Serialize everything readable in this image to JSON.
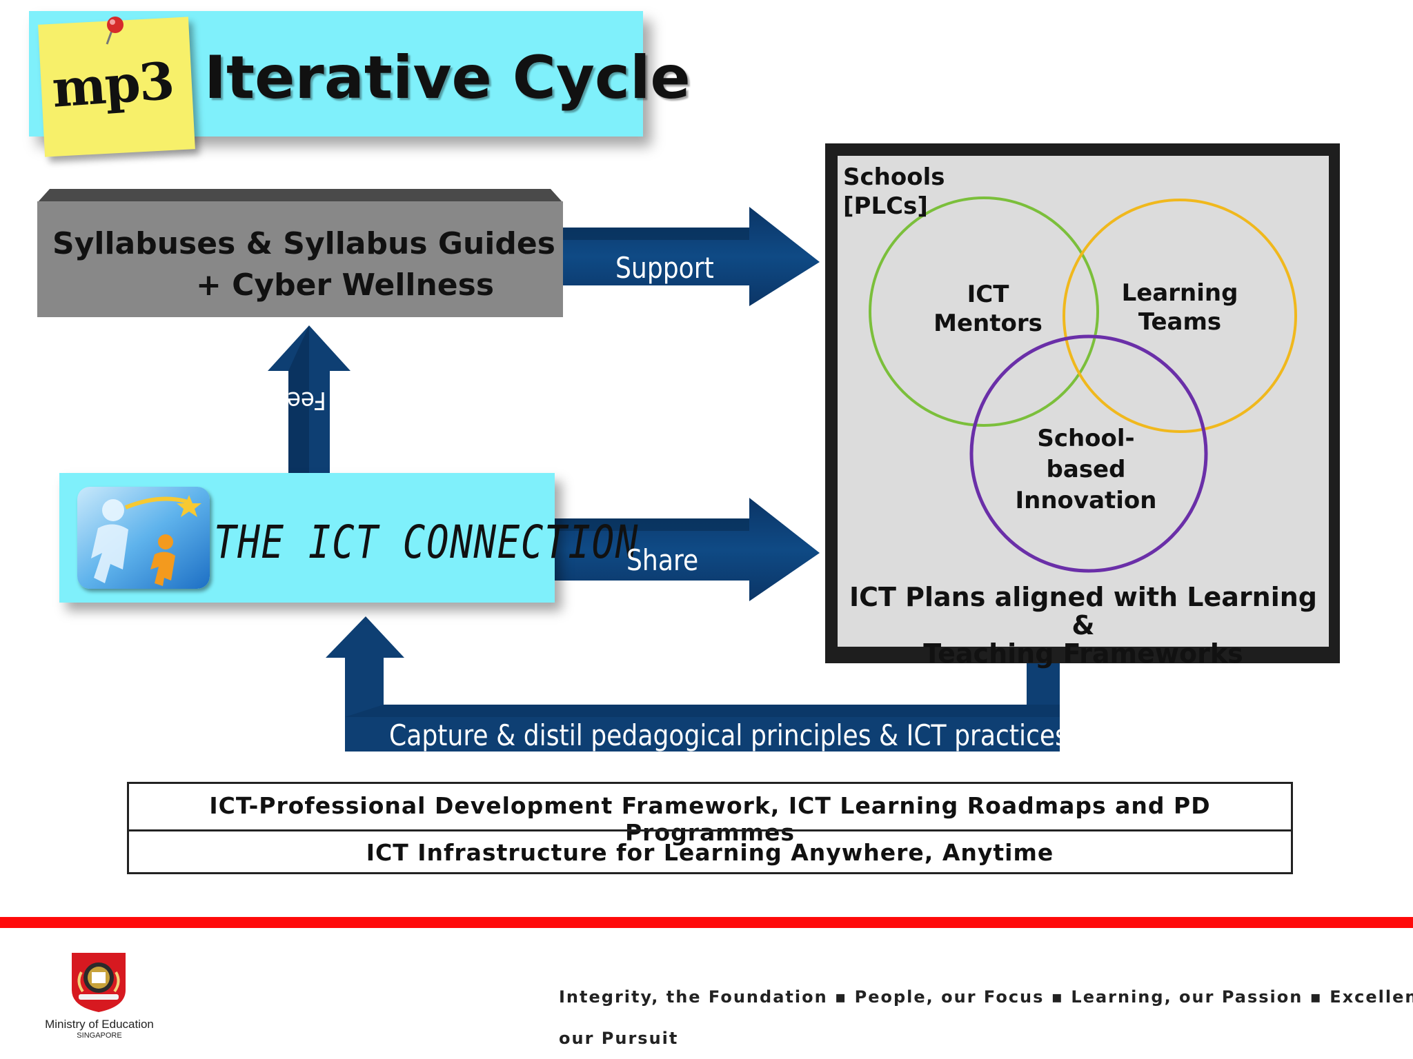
{
  "title": {
    "badge": "mp3",
    "text": "Iterative Cycle"
  },
  "syllabus": {
    "line1": "Syllabuses & Syllabus Guides",
    "line2": "+ Cyber Wellness"
  },
  "ict_connection": {
    "label": "THE ICT CONNECTION"
  },
  "arrows": {
    "support": "Support",
    "share": "Share",
    "vertical": "Feedback",
    "capture": "Capture & distil pedagogical principles & ICT practices"
  },
  "schools": {
    "label_line1": "Schools",
    "label_line2": "[PLCs]",
    "circles": {
      "mentors_line1": "ICT",
      "mentors_line2": "Mentors",
      "teams_line1": "Learning",
      "teams_line2": "Teams",
      "innovation_line1": "School-",
      "innovation_line2": "based",
      "innovation_line3": "Innovation"
    },
    "plans_line1": "ICT Plans aligned with Learning &",
    "plans_line2": "Teaching Frameworks"
  },
  "framework": {
    "row1": "ICT-Professional Development Framework, ICT Learning Roadmaps and PD Programmes",
    "row2": "ICT Infrastructure for Learning Anywhere, Anytime"
  },
  "footer": {
    "ministry": "Ministry of Education",
    "country": "SINGAPORE",
    "values_line1": "Integrity, the Foundation ▪ People, our Focus ▪ Learning, our Passion ▪ Excellence,",
    "values_line2": "our Pursuit"
  },
  "colors": {
    "arrow_blue": "#0e3f73",
    "arrow_blue_light": "#1b63a8",
    "banner_cyan": "#7ff0fb",
    "sticky_yellow": "#f7f06a",
    "circle_green": "#7bbf3b",
    "circle_yellow": "#f0b81d",
    "circle_purple": "#6a2fa8",
    "footer_red": "#ff0a0a"
  }
}
